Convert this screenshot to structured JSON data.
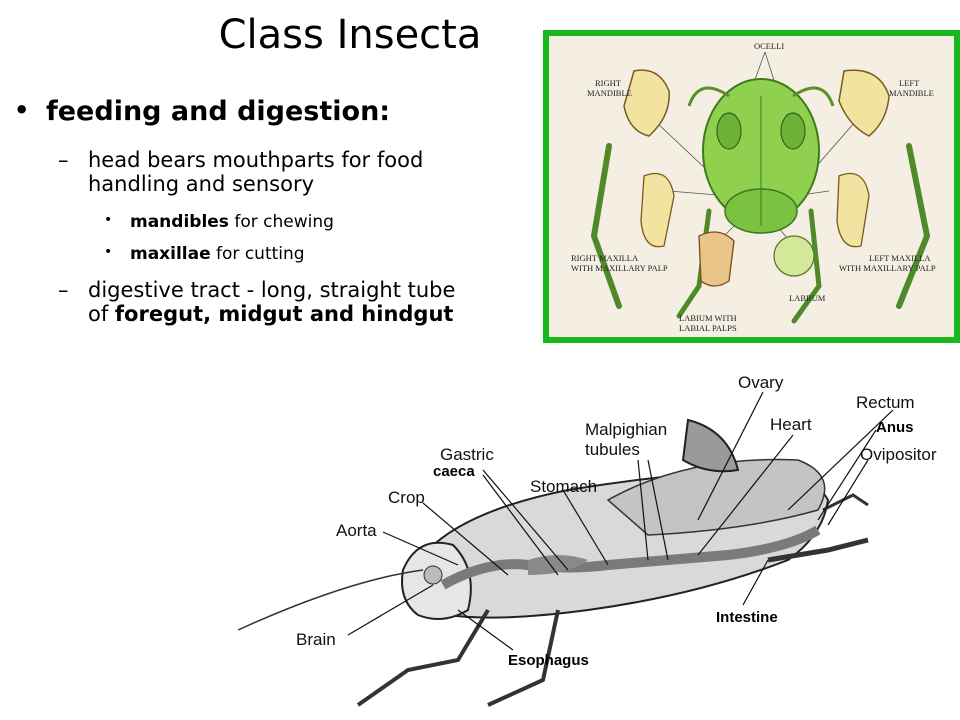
{
  "slide": {
    "title": "Class Insecta",
    "bullet1": "feeding and digestion:",
    "sub1_line1": "head bears mouthparts for food",
    "sub1_line2": "handling and sensory",
    "item1_bold": "mandibles",
    "item1_rest": " for chewing",
    "item2_bold": "maxillae",
    "item2_rest": " for cutting",
    "sub2_line1": "digestive tract - long, straight tube",
    "sub2_line2_prefix": "of ",
    "sub2_line2_bold": "foregut, midgut and hindgut"
  },
  "mouthparts": {
    "ocelli": "OCELLI",
    "right_mandible_1": "RIGHT",
    "right_mandible_2": "MANDIBLE",
    "left_mandible_1": "LEFT",
    "left_mandible_2": "MANDIBLE",
    "right_maxilla_1": "RIGHT MAXILLA",
    "right_maxilla_2": "WITH MAXILLARY PALP",
    "left_maxilla_1": "LEFT MAXILLA",
    "left_maxilla_2": "WITH MAXILLARY PALP",
    "labium_1": "LABIUM WITH",
    "labium_2": "LABIAL PALPS",
    "labrum": "LABRUM"
  },
  "anatomy": {
    "ovary": "Ovary",
    "rectum": "Rectum",
    "heart": "Heart",
    "anus": "Anus",
    "malpighian_1": "Malpighian",
    "malpighian_2": "tubules",
    "ovipositor": "Ovipositor",
    "gastric": "Gastric",
    "caeca": "caeca",
    "stomach": "Stomach",
    "crop": "Crop",
    "aorta": "Aorta",
    "intestine": "Intestine",
    "brain": "Brain",
    "esophagus": "Esophagus"
  },
  "colors": {
    "frame_green": "#19b81e",
    "insect_green": "#8fd14f"
  }
}
